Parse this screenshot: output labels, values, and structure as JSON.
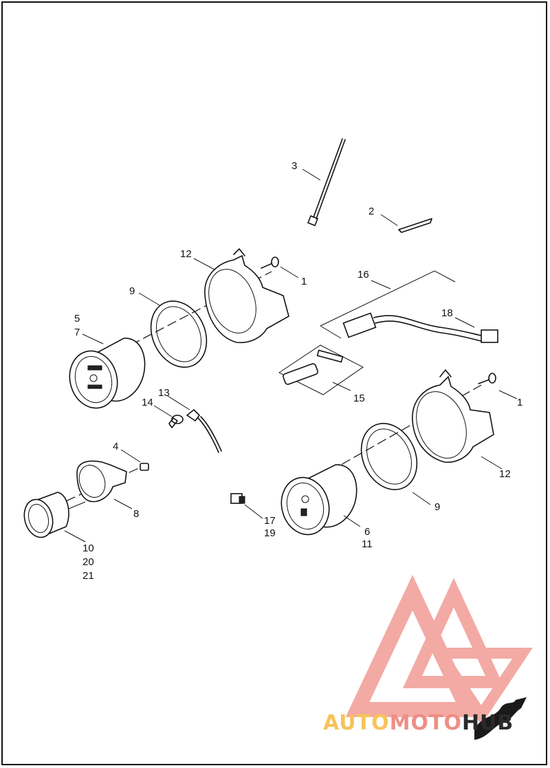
{
  "callouts": {
    "c1a": "1",
    "c1b": "1",
    "c2": "2",
    "c3": "3",
    "c4": "4",
    "c5": "5",
    "c6": "6",
    "c7": "7",
    "c8": "8",
    "c9a": "9",
    "c9b": "9",
    "c10": "10",
    "c11": "11",
    "c12a": "12",
    "c12b": "12",
    "c13": "13",
    "c14": "14",
    "c15": "15",
    "c16": "16",
    "c17": "17",
    "c18": "18",
    "c19": "19",
    "c20": "20",
    "c21": "21"
  },
  "watermark": {
    "part1": "AUTO",
    "part2": "MOTO",
    "part3": "HUB",
    "color_primary": "#ef8e86",
    "color_secondary": "#f7c35a"
  }
}
